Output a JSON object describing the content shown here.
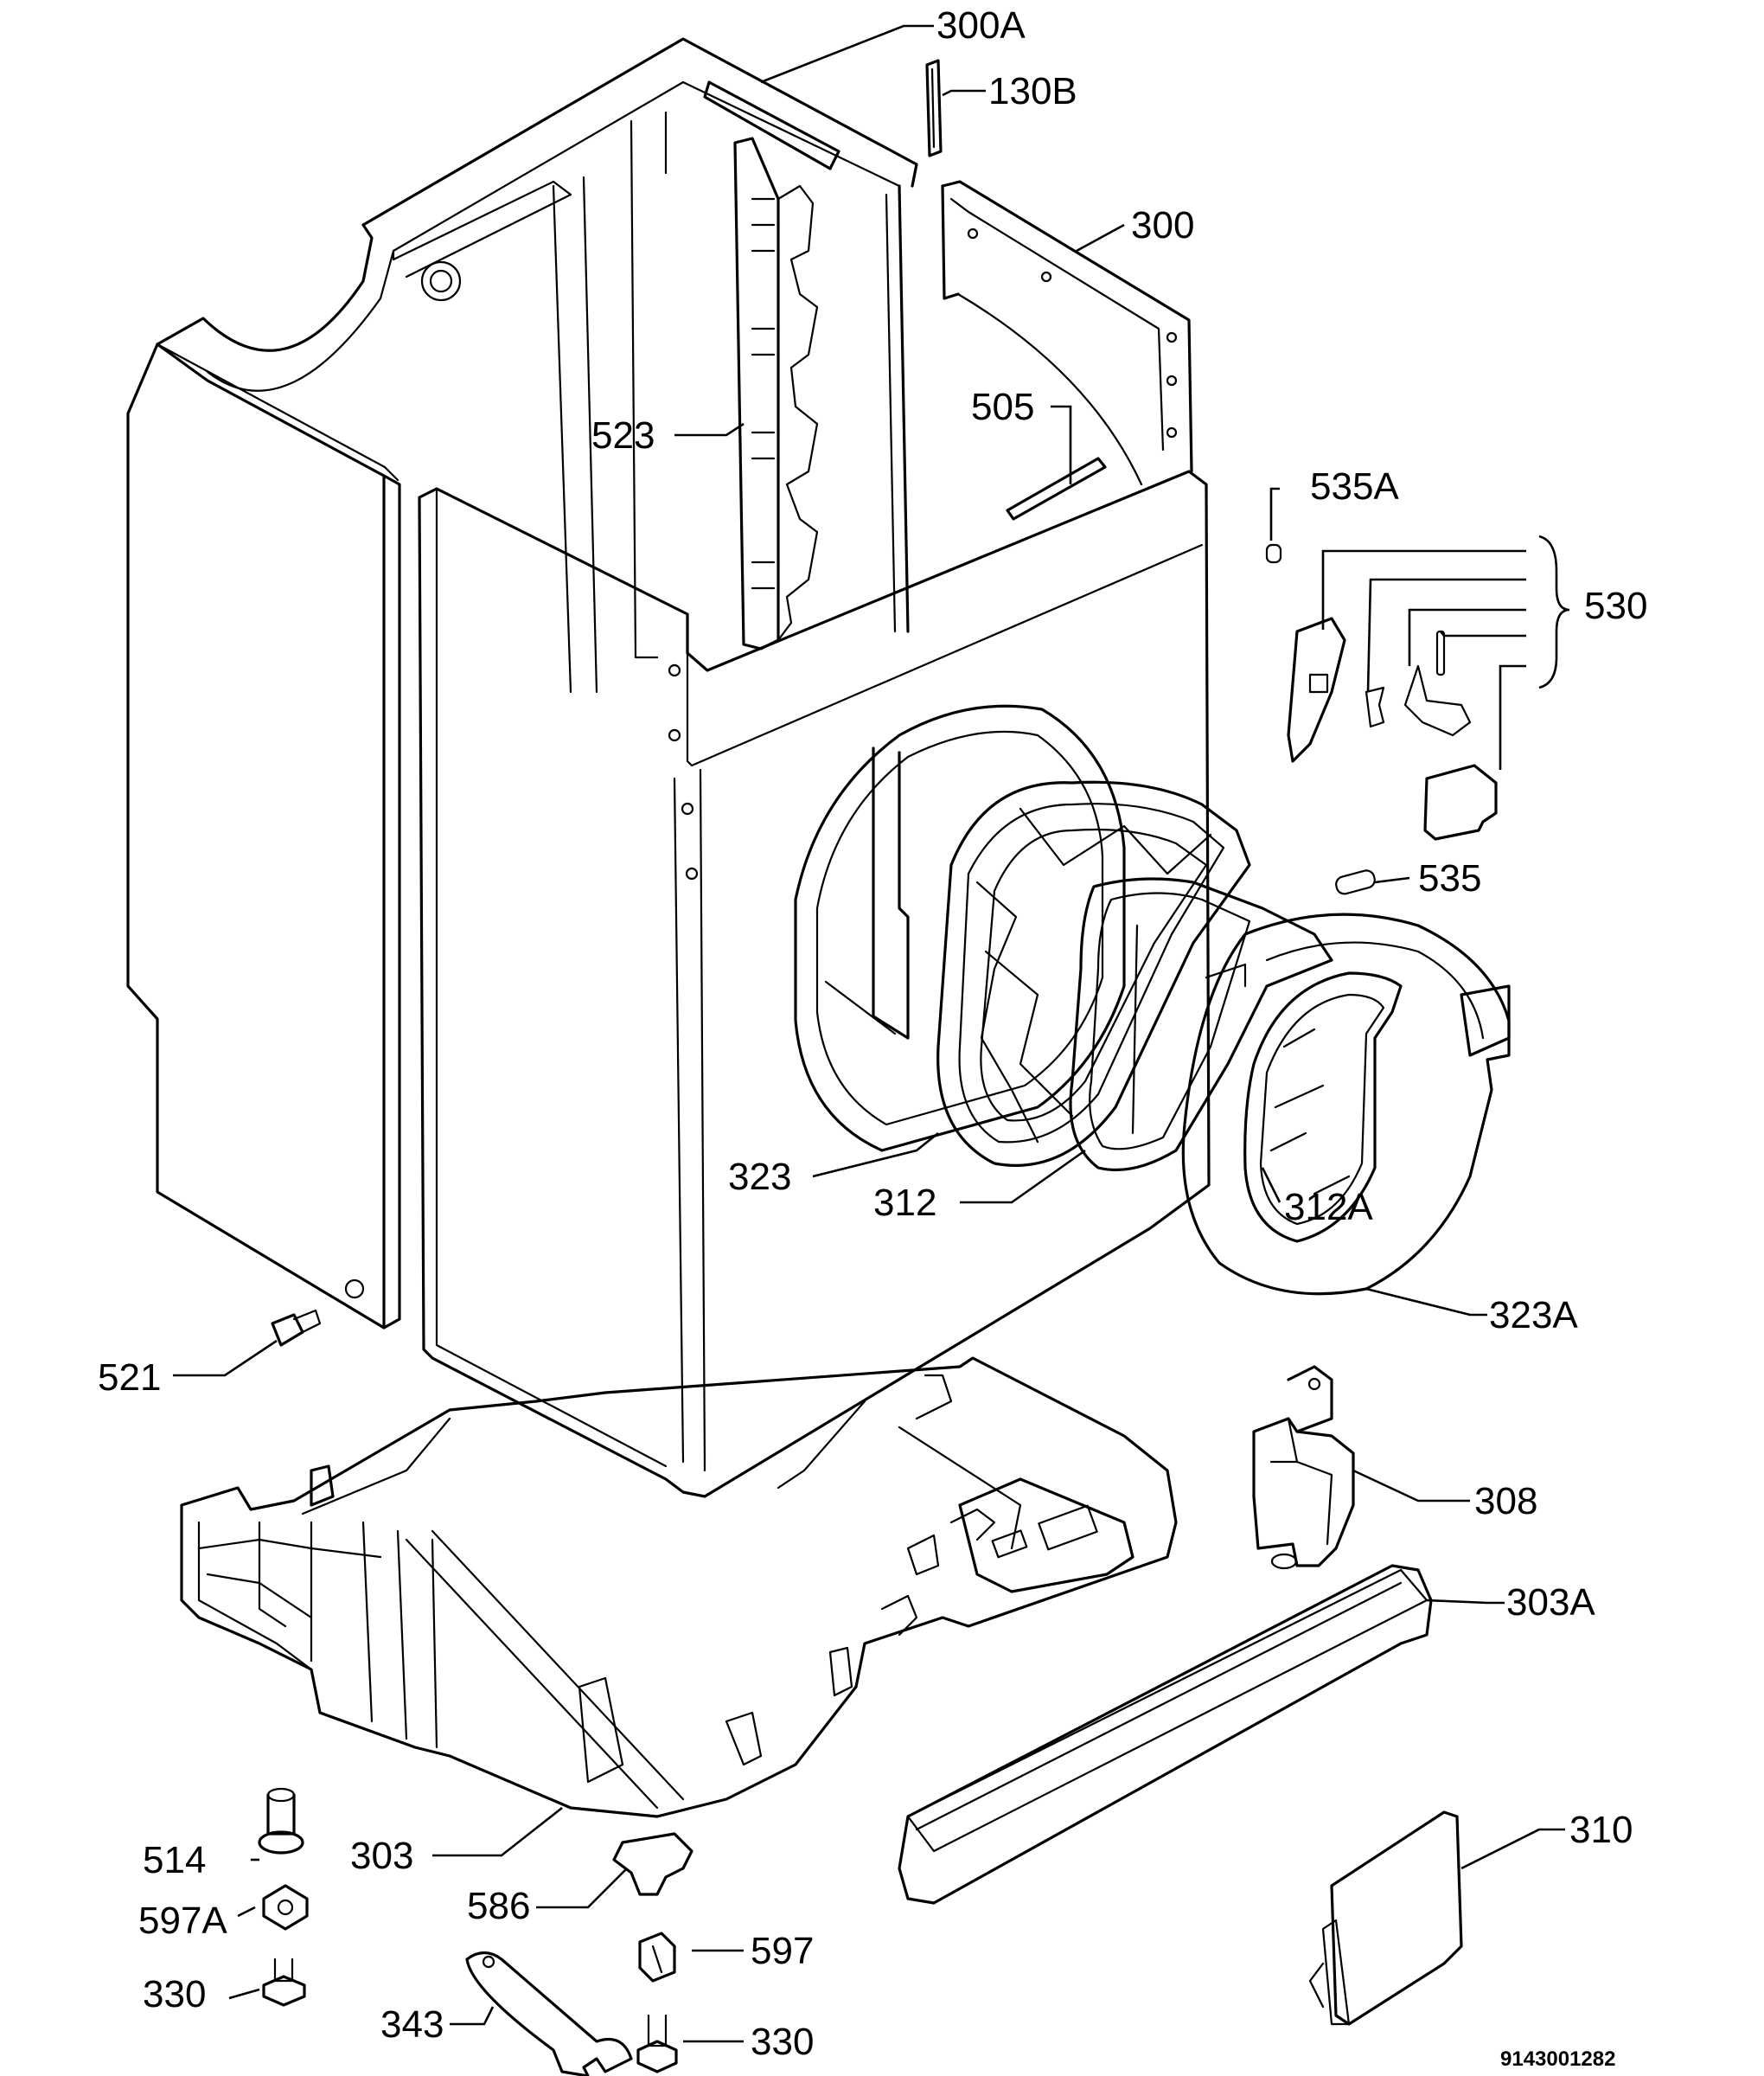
{
  "labels": {
    "l300a": "300A",
    "l130b": "130B",
    "l300": "300",
    "l505": "505",
    "l523": "523",
    "l535a": "535A",
    "l530": "530",
    "l535": "535",
    "l323": "323",
    "l312": "312",
    "l312a": "312A",
    "l323a": "323A",
    "l521": "521",
    "l308": "308",
    "l303a": "303A",
    "l310": "310",
    "l514": "514",
    "l597a": "597A",
    "l303": "303",
    "l586": "586",
    "l597": "597",
    "l330_left": "330",
    "l343": "343",
    "l330_right": "330"
  },
  "drawing_code": "9143001282"
}
